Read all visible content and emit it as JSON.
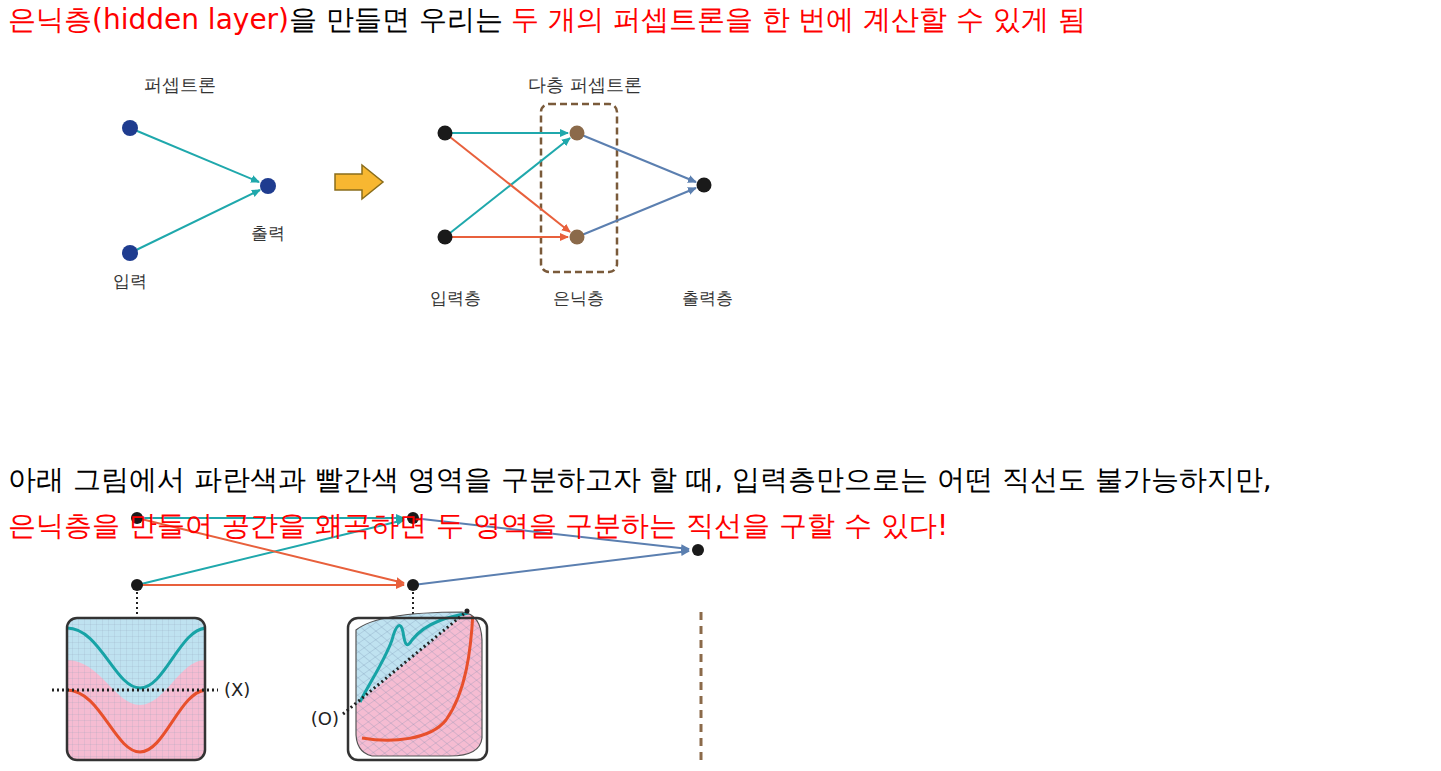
{
  "diagram": {
    "labels": [
      "은닉층(hidden layer)",
      "을 만들면 우리는",
      "두 개의 퍼셉트론을 한 번에 계산할 수 있게 됨",
      "퍼셉트론",
      "다층 퍼셉트론",
      "출력",
      "입력",
      "입력층",
      "은닉층",
      "출력층",
      "아래 그림에서 파란색과 빨간색 영역을 구분하고자 할 때, 입력층만으로는 어떤 직선도 불가능하지만,",
      "은닉층을 만들어 공간을 왜곡하면 두 영역을 구분하는 직선을 구할 수 있다!",
      "(X)",
      "(O)"
    ]
  }
}
